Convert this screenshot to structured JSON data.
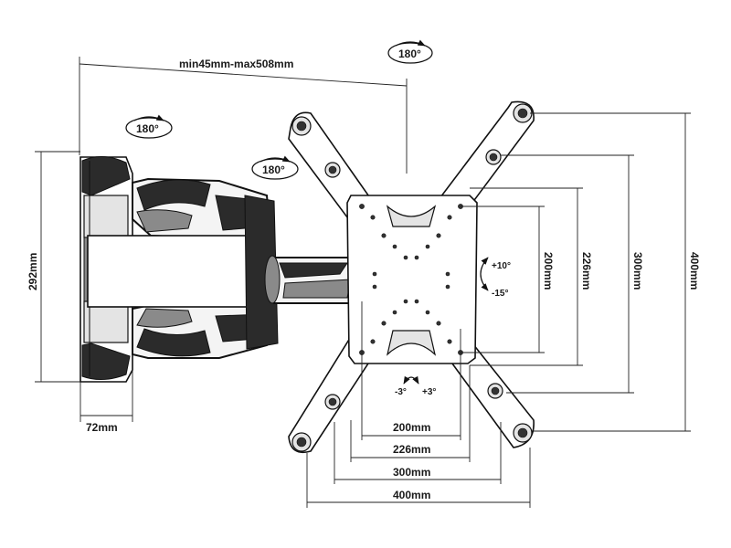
{
  "diagram": {
    "arm_extension_label": "min45mm-max508mm",
    "swivel_badges": {
      "top": "180°",
      "wall": "180°",
      "arm": "180°"
    },
    "tilt_labels": {
      "up": "+10°",
      "down": "-15°"
    },
    "level_labels": {
      "left": "-3°",
      "right": "+3°"
    },
    "wall_plate_height": "292mm",
    "wall_plate_depth": "72mm",
    "vesa_horizontal": [
      "200mm",
      "226mm",
      "300mm",
      "400mm"
    ],
    "vesa_vertical": [
      "200mm",
      "226mm",
      "300mm",
      "400mm"
    ]
  }
}
